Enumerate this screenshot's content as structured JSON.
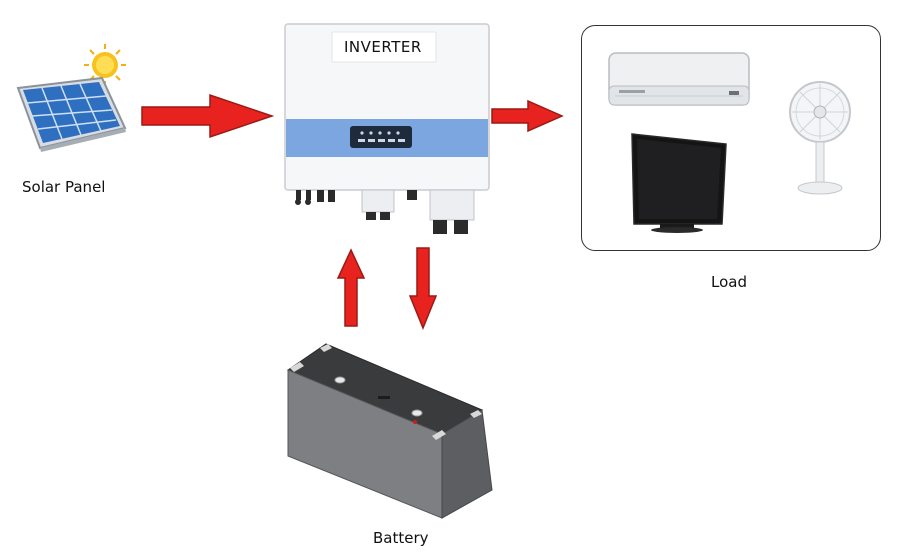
{
  "inverter": {
    "title": "INVERTER"
  },
  "labels": {
    "solar_panel": "Solar Panel",
    "load": "Load",
    "battery": "Battery"
  },
  "colors": {
    "arrow_fill": "#e8231f",
    "arrow_stroke": "#9a1a16",
    "inverter_band": "#7ba6e0",
    "load_border": "#333333"
  },
  "icons": [
    "solar-panel-icon",
    "sun-icon",
    "inverter-icon",
    "air-conditioner-icon",
    "tv-icon",
    "fan-icon",
    "battery-icon"
  ]
}
